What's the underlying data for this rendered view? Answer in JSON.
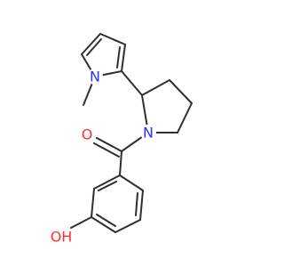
{
  "atoms": {
    "n_pyrrole": "N",
    "n_pyrrolidine": "N",
    "o_carbonyl": "O",
    "o_hydroxyl": "OH"
  },
  "colors": {
    "bond": "#2f2f2f",
    "nitrogen": "#2f2fff",
    "oxygen": "#ff2f2f"
  }
}
